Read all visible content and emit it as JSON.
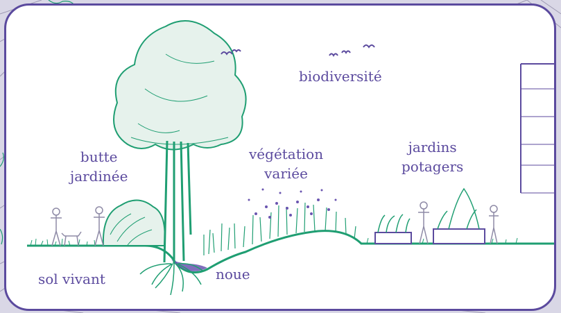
{
  "colors": {
    "accent_purple": "#5b4a9e",
    "vegetation_green": "#1f9e72",
    "water_purple": "#6a55b0",
    "sketch_gray": "#8e8aa6"
  },
  "labels": {
    "biodiversite": "biodiversité",
    "butte_line1": "butte",
    "butte_line2": "jardinée",
    "vegetation_line1": "végétation",
    "vegetation_line2": "variée",
    "jardins_line1": "jardins",
    "jardins_line2": "potagers",
    "sol_vivant": "sol vivant",
    "noue": "noue"
  },
  "icons": [
    "bird-icon",
    "tree-icon",
    "person-icon",
    "dog-icon",
    "planter-box-icon",
    "building-icon",
    "roots-icon"
  ]
}
